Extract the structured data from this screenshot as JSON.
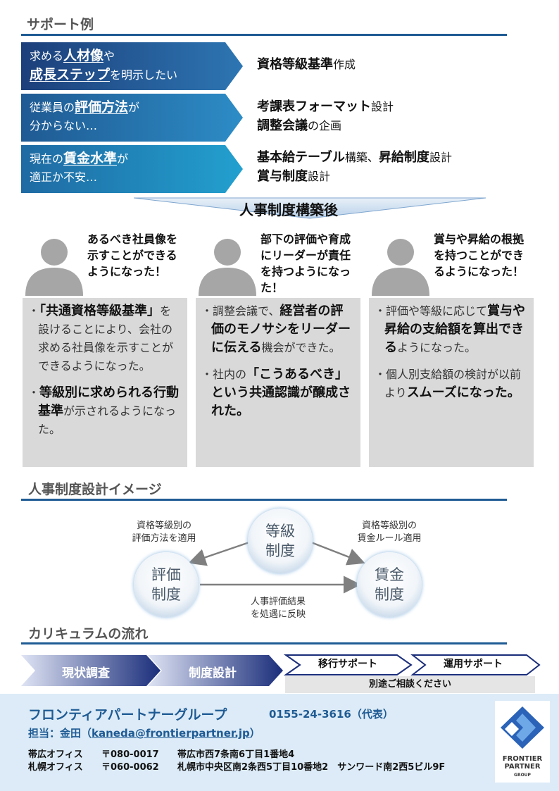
{
  "support": {
    "title": "サポート例",
    "rows": [
      {
        "problem": [
          [
            "求める",
            false
          ],
          [
            "人材像",
            true
          ],
          [
            "や",
            false
          ],
          [
            "\n",
            false
          ],
          [
            "成長ステップ",
            true
          ],
          [
            "を明示したい",
            false
          ]
        ],
        "answer": [
          [
            [
              "資格等級基準",
              true
            ],
            [
              "作成",
              false
            ]
          ]
        ]
      },
      {
        "problem": [
          [
            "従業員の",
            false
          ],
          [
            "評価方法",
            true
          ],
          [
            "が",
            false
          ],
          [
            "\n",
            false
          ],
          [
            "分からない…",
            false
          ]
        ],
        "answer": [
          [
            [
              "考課表フォーマット",
              true
            ],
            [
              "設計",
              false
            ]
          ],
          [
            [
              "調整会議",
              true
            ],
            [
              "の企画",
              false
            ]
          ]
        ]
      },
      {
        "problem": [
          [
            "現在の",
            false
          ],
          [
            "賃金水準",
            true
          ],
          [
            "が",
            false
          ],
          [
            "\n",
            false
          ],
          [
            "適正か不安…",
            false
          ]
        ],
        "answer": [
          [
            [
              "基本給テーブル",
              true
            ],
            [
              "構築、",
              false
            ],
            [
              "昇給制度",
              true
            ],
            [
              "設計",
              false
            ]
          ],
          [
            [
              "賞与制度",
              true
            ],
            [
              "設計",
              false
            ]
          ]
        ]
      }
    ]
  },
  "after": {
    "label": "人事制度構築後",
    "columns": [
      {
        "lead": "あるべき社員像を示すことができるようになった！",
        "bullets": [
          [
            [
              "・",
              false
            ],
            [
              "「共通資格等級基準」",
              true
            ],
            [
              "を設けることにより、会社の求める社員像を示すことができるようになった。",
              false
            ]
          ],
          [
            [
              "・",
              false
            ],
            [
              "等級別に求められる行動基準",
              true
            ],
            [
              "が示されるようになった。",
              false
            ]
          ]
        ]
      },
      {
        "lead": "部下の評価や育成にリーダーが責任を持つようになった！",
        "bullets": [
          [
            [
              "・",
              false
            ],
            [
              "調整会議で、",
              false
            ],
            [
              "経営者の評価のモノサシをリーダーに伝える",
              true
            ],
            [
              "機会ができた。",
              false
            ]
          ],
          [
            [
              "・",
              false
            ],
            [
              "社内の",
              false
            ],
            [
              "「こうあるべき」という共通認識が醸成された。",
              true
            ]
          ]
        ]
      },
      {
        "lead": "賞与や昇給の根拠を持つことができるようになった！",
        "bullets": [
          [
            [
              "・",
              false
            ],
            [
              "評価や等級に応じて",
              false
            ],
            [
              "賞与や昇給の支給額を算出できる",
              true
            ],
            [
              "ようになった。",
              false
            ]
          ],
          [
            [
              "・",
              false
            ],
            [
              "個人別支給額の検討が以前より",
              false
            ],
            [
              "スムーズになった。",
              true
            ]
          ]
        ]
      }
    ]
  },
  "design": {
    "title": "人事制度設計イメージ",
    "circle_top": [
      "等級",
      "制度"
    ],
    "circle_left": [
      "評価",
      "制度"
    ],
    "circle_right": [
      "賃金",
      "制度"
    ],
    "note_left": [
      "資格等級別の",
      "評価方法を適用"
    ],
    "note_right": [
      "資格等級別の",
      "賃金ルール適用"
    ],
    "note_bottom": [
      "人事評価結果",
      "を処遇に反映"
    ]
  },
  "curriculum": {
    "title": "カリキュラムの流れ",
    "steps": [
      "現状調査",
      "制度設計",
      "移行サポート",
      "運用サポート"
    ],
    "consult": "別途ご相談ください"
  },
  "footer": {
    "company": "フロンティアパートナーグループ",
    "phone": "0155-24-3616（代表）",
    "contact_prefix": "担当：金田（",
    "email": "kaneda@frontierpartner.jp",
    "contact_suffix": "）",
    "offices": [
      {
        "name": "帯広オフィス",
        "zip": "〒080-0017",
        "address": "帯広市西7条南6丁目1番地4"
      },
      {
        "name": "札幌オフィス",
        "zip": "〒060-0062",
        "address": "札幌市中央区南2条西5丁目10番地2　サンワード南2西5ビル9F"
      }
    ],
    "logo_line1": "FRONTIER",
    "logo_line2": "PARTNER",
    "logo_line3": "GROUP"
  },
  "colors": {
    "navy": "#1f4f8f",
    "teal": "#1f8fbf",
    "footer_bg": "#dcebf7",
    "accent": "#1f5b94"
  }
}
